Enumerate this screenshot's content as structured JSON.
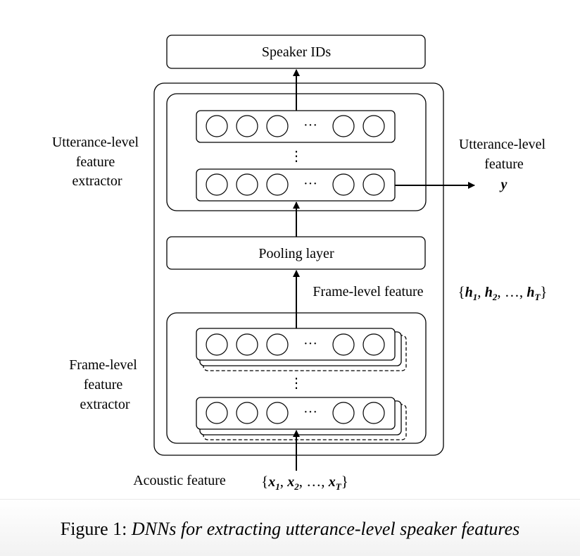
{
  "top_box": {
    "label": "Speaker IDs"
  },
  "utterance_extractor": {
    "label_lines": [
      "Utterance-level",
      "feature",
      "extractor"
    ]
  },
  "utterance_output": {
    "label_lines": [
      "Utterance-level",
      "feature"
    ],
    "symbol": "y"
  },
  "pooling": {
    "label": "Pooling layer"
  },
  "frame_feature": {
    "label": "Frame-level feature",
    "set_open": "{",
    "set_close": "}",
    "items": [
      {
        "base": "h",
        "sub": "1"
      },
      {
        "base": "h",
        "sub": "2"
      },
      {
        "base": "…",
        "sub": ""
      },
      {
        "base": "h",
        "sub": "T"
      }
    ]
  },
  "frame_extractor": {
    "label_lines": [
      "Frame-level",
      "feature",
      "extractor"
    ]
  },
  "input": {
    "label": "Acoustic feature",
    "items": [
      {
        "base": "x",
        "sub": "1"
      },
      {
        "base": "x",
        "sub": "2"
      },
      {
        "base": "…",
        "sub": ""
      },
      {
        "base": "x",
        "sub": "T"
      }
    ]
  },
  "layer_ellipsis": "···",
  "vertical_ellipsis": "⋮",
  "caption": {
    "prefix": "Figure 1: ",
    "text": "DNNs for extracting utterance-level speaker features"
  }
}
